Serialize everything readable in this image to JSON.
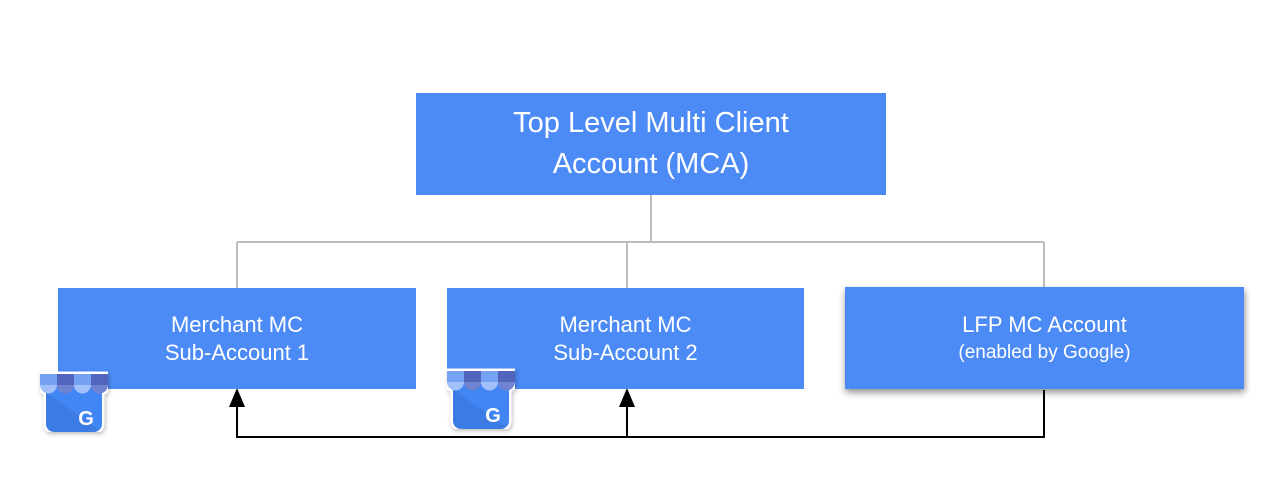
{
  "colors": {
    "node_fill": "#4C8BF5",
    "node_text": "#ffffff",
    "tree_connector": "#bdbdbd",
    "arrow": "#000000",
    "icon_body": "#4285F4",
    "icon_awning_light_band": "#76A2F4",
    "icon_awning_light_scallop": "#A2C1FA",
    "icon_awning_dark_band": "#5265BD",
    "icon_awning_dark_scallop": "#7083D1"
  },
  "nodes": {
    "mca": {
      "line1": "Top Level Multi Client",
      "line2": "Account (MCA)"
    },
    "sub1": {
      "line1": "Merchant MC",
      "line2": "Sub-Account 1"
    },
    "sub2": {
      "line1": "Merchant MC",
      "line2": "Sub-Account 2"
    },
    "lfp": {
      "line1": "LFP MC Account",
      "line2": "(enabled by Google)"
    }
  },
  "icons": {
    "business_icon_name": "google-my-business-storefront",
    "business_letter": "G"
  },
  "connections": [
    {
      "from": "mca",
      "to": "sub1",
      "type": "tree-line"
    },
    {
      "from": "mca",
      "to": "sub2",
      "type": "tree-line"
    },
    {
      "from": "mca",
      "to": "lfp",
      "type": "tree-line"
    },
    {
      "from": "lfp",
      "to": "sub1",
      "type": "arrow"
    },
    {
      "from": "lfp",
      "to": "sub2",
      "type": "arrow"
    }
  ]
}
